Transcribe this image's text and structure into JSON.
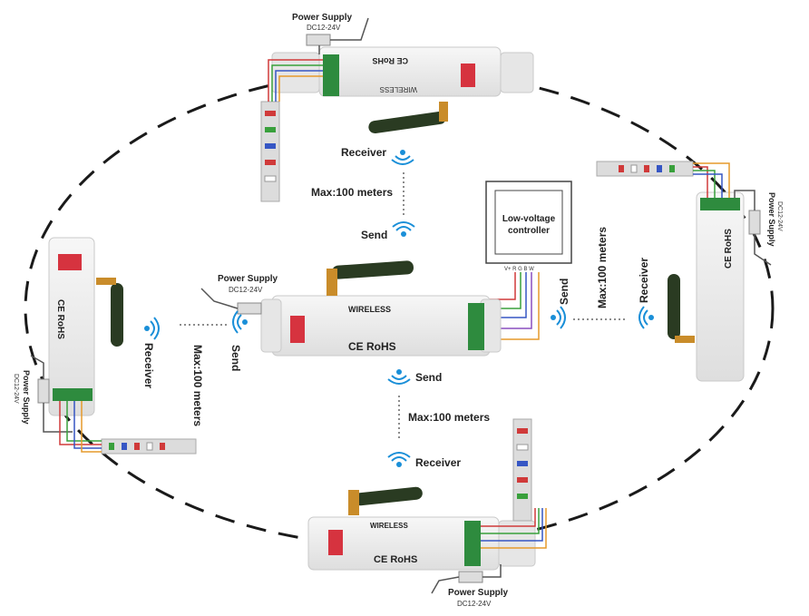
{
  "labels": {
    "receiver": "Receiver",
    "send": "Send",
    "max_range": "Max:100 meters",
    "power_supply": "Power Supply",
    "voltage": "DC12-24V",
    "controller_line1": "Low-voltage",
    "controller_line2": "controller",
    "brand": "WIRELESS",
    "ce_rohs": "CE RoHS",
    "terminals": "V+ R G B W"
  },
  "colors": {
    "device_body": "#ececec",
    "device_edge": "#c9c9c9",
    "dip_switch": "#d6333f",
    "terminal_block": "#2e8b3e",
    "antenna": "#2a3b22",
    "brass": "#c98c2a",
    "wave_blue": "#1a8fd8",
    "strip_body": "#dcdcdc",
    "wire_red": "#d03a3a",
    "wire_green": "#39a03c",
    "wire_blue": "#3656c4",
    "wire_orange": "#e59a2b",
    "wire_white": "#bbbbbb"
  }
}
